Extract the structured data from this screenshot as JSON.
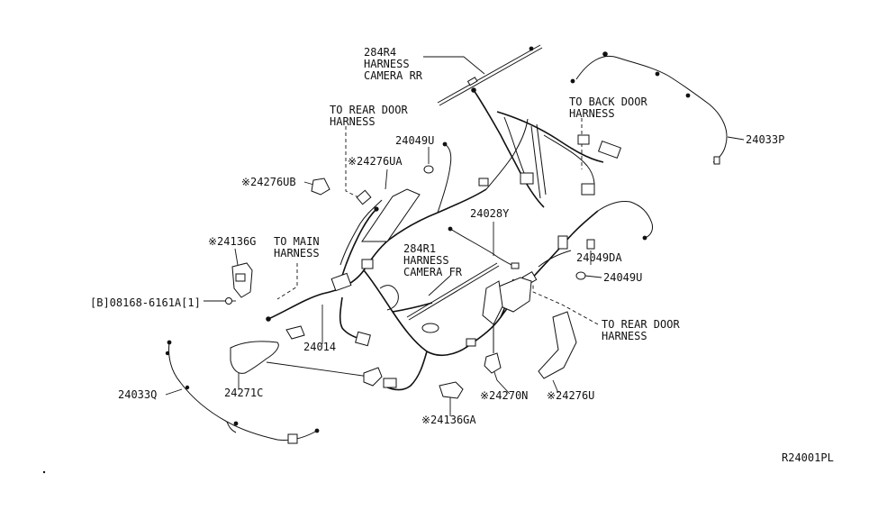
{
  "diagram_id": "R24001PL",
  "callouts": {
    "c_284R4": {
      "lines": [
        "284R4",
        "HARNESS",
        "CAMERA RR"
      ]
    },
    "c_to_rear_door_top": {
      "lines": [
        "TO REAR DOOR",
        "HARNESS"
      ]
    },
    "c_to_back_door": {
      "lines": [
        "TO BACK DOOR",
        "HARNESS"
      ]
    },
    "c_24049U_top": {
      "lines": [
        "24049U"
      ]
    },
    "c_24276UA": {
      "lines": [
        "※24276UA"
      ]
    },
    "c_24276UB": {
      "lines": [
        "※24276UB"
      ]
    },
    "c_24033P": {
      "lines": [
        "24033P"
      ]
    },
    "c_24028Y": {
      "lines": [
        "24028Y"
      ]
    },
    "c_24136G": {
      "lines": [
        "※24136G"
      ]
    },
    "c_to_main": {
      "lines": [
        "TO MAIN",
        "HARNESS"
      ]
    },
    "c_284R1": {
      "lines": [
        "284R1",
        "HARNESS",
        "CAMERA FR"
      ]
    },
    "c_24049DA": {
      "lines": [
        "24049DA"
      ]
    },
    "c_24049U_right": {
      "lines": [
        "24049U"
      ]
    },
    "c_08168": {
      "lines": [
        "[B]08168-6161A[1]"
      ]
    },
    "c_to_rear_door_right": {
      "lines": [
        "TO REAR DOOR",
        "HARNESS"
      ]
    },
    "c_24014": {
      "lines": [
        "24014"
      ]
    },
    "c_24271C": {
      "lines": [
        "24271C"
      ]
    },
    "c_24033Q": {
      "lines": [
        "24033Q"
      ]
    },
    "c_24270N": {
      "lines": [
        "※24270N"
      ]
    },
    "c_24276U": {
      "lines": [
        "※24276U"
      ]
    },
    "c_24136GA": {
      "lines": [
        "※24136GA"
      ]
    }
  }
}
